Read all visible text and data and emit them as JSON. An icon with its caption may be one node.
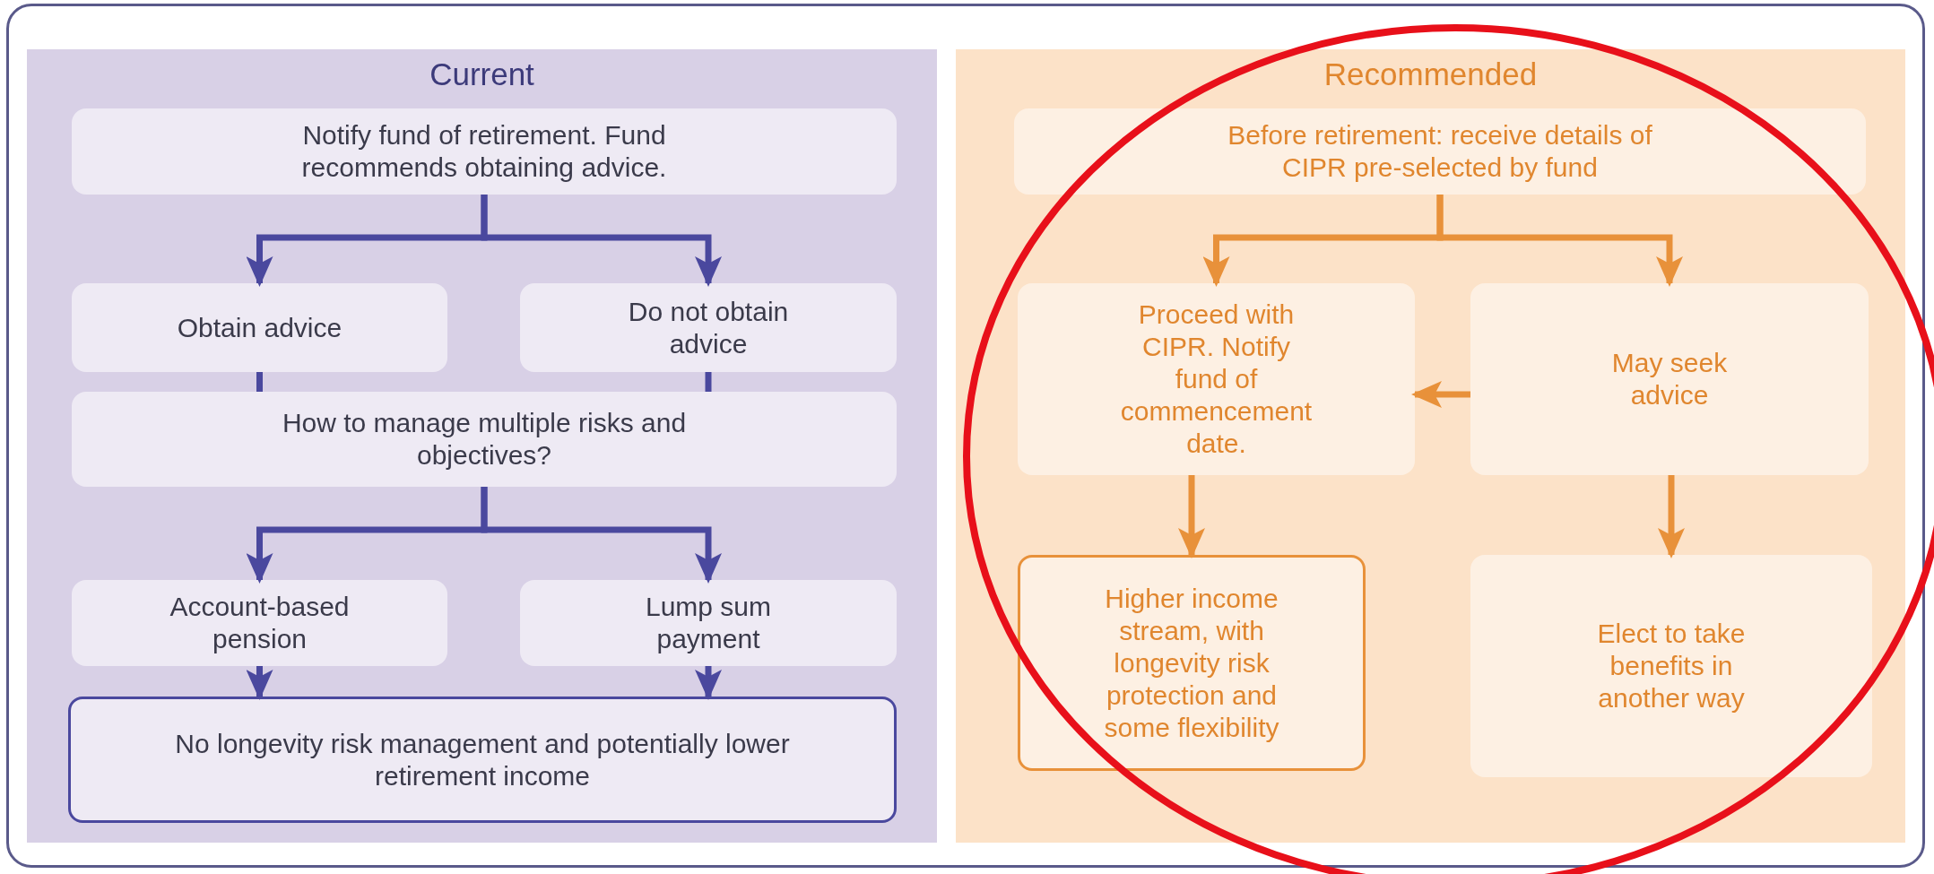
{
  "diagram": {
    "nodes": [
      {
        "text": [
          "Current"
        ]
      },
      {
        "text": [
          "Notify fund of retirement. Fund recommends obtaining advice."
        ],
        "in": 0
      },
      {
        "text": [
          "Obtain advice"
        ],
        "in": 0
      },
      {
        "text": [
          "Do not obtain advice"
        ],
        "in": 0
      },
      {
        "text": [
          "How to manage multiple risks and objectives?"
        ],
        "in": 0
      },
      {
        "text": [
          "Account-based pension"
        ],
        "in": 0
      },
      {
        "text": [
          "Lump sum payment"
        ],
        "in": 0
      },
      {
        "text": [
          "No longevity risk management and potentially lower retirement income"
        ],
        "in": 0
      },
      {
        "text": [
          "Recommended"
        ]
      },
      {
        "text": [
          "Before retirement: receive details of CIPR pre-selected by fund"
        ],
        "in": 8
      },
      {
        "text": [
          "Proceed with CIPR. Notify fund of commencement date."
        ],
        "in": 8
      },
      {
        "text": [
          "May seek advice"
        ],
        "in": 8
      },
      {
        "text": [
          "Higher income stream, with longevity risk protection and some flexibility"
        ],
        "in": 8
      },
      {
        "text": [
          "Elect to take benefits in another way"
        ],
        "in": 8
      }
    ],
    "edges": [
      {
        "from": 1,
        "to": 2,
        "arrow": "to"
      },
      {
        "from": 1,
        "to": 3,
        "arrow": "to"
      },
      {
        "from": 2,
        "to": 4,
        "arrow": "none"
      },
      {
        "from": 3,
        "to": 4,
        "arrow": "none"
      },
      {
        "from": 4,
        "to": 5,
        "arrow": "to"
      },
      {
        "from": 4,
        "to": 6,
        "arrow": "to"
      },
      {
        "from": 5,
        "to": 7,
        "arrow": "to"
      },
      {
        "from": 6,
        "to": 7,
        "arrow": "to"
      },
      {
        "from": 9,
        "to": 10,
        "arrow": "to",
        "color": "#e8913a"
      },
      {
        "from": 9,
        "to": 11,
        "arrow": "to",
        "color": "#e8913a"
      },
      {
        "from": 11,
        "to": 10,
        "arrow": "to",
        "color": "#e8913a"
      },
      {
        "from": 10,
        "to": 12,
        "arrow": "to",
        "color": "#e8913a"
      },
      {
        "from": 11,
        "to": 13,
        "arrow": "to",
        "color": "#e8913a"
      }
    ]
  }
}
